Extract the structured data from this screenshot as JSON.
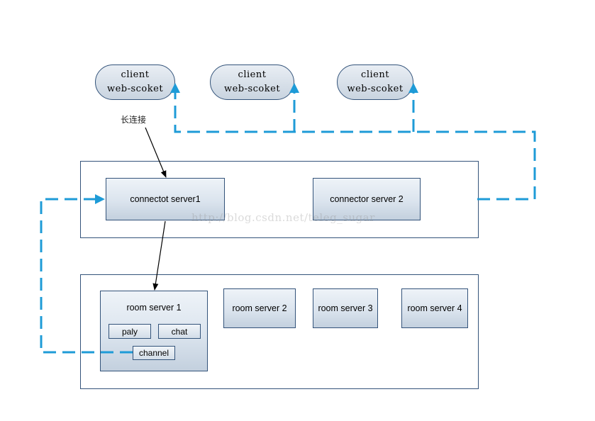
{
  "clients": [
    {
      "line1": "client",
      "line2": "web-scoket"
    },
    {
      "line1": "client",
      "line2": "web-scoket"
    },
    {
      "line1": "client",
      "line2": "web-scoket"
    }
  ],
  "connectors": {
    "server1": "connectot server1",
    "server2": "connector server 2"
  },
  "rooms": {
    "room1": {
      "label": "room server 1",
      "sub": {
        "play": "paly",
        "chat": "chat",
        "channel": "channel"
      }
    },
    "room2": "room server 2",
    "room3": "room server 3",
    "room4": "room server 4"
  },
  "annotations": {
    "long_connection": "长连接"
  },
  "watermark": "http://blog.csdn.net/teleg_sugar",
  "colors": {
    "dashed_link": "#1e9bd7",
    "border": "#33537a"
  }
}
